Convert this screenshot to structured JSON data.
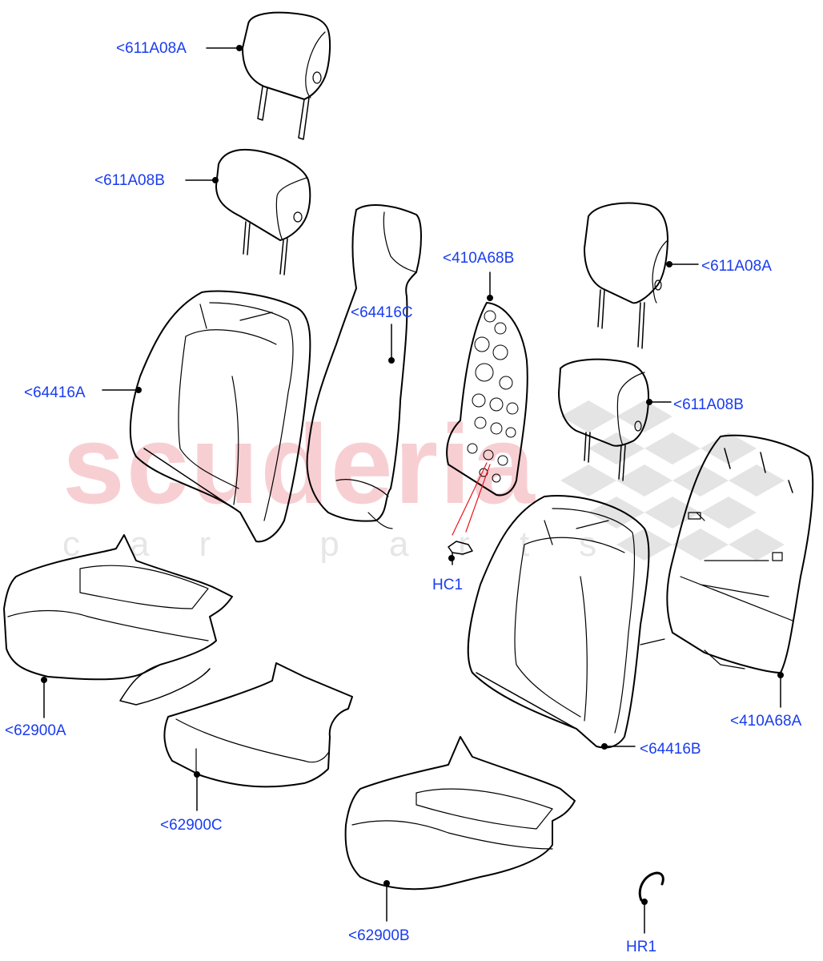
{
  "watermark": {
    "brand": "scuderia",
    "tagline": "car parts",
    "brand_color": "#f7cfd3",
    "checker_color": "#d9d9d9"
  },
  "colors": {
    "label": "#1a3cf0",
    "linework": "#000000",
    "highlight_line": "#e8151b",
    "background": "#ffffff"
  },
  "parts": [
    {
      "id": "611A08A_top",
      "label": "<611A08A",
      "component": "headrest"
    },
    {
      "id": "611A08B_left",
      "label": "<611A08B",
      "component": "headrest"
    },
    {
      "id": "410A68B",
      "label": "<410A68B",
      "component": "seat back panel frame"
    },
    {
      "id": "611A08A_right",
      "label": "<611A08A",
      "component": "headrest"
    },
    {
      "id": "64416C",
      "label": "<64416C",
      "component": "seat back cover (narrow)"
    },
    {
      "id": "64416A",
      "label": "<64416A",
      "component": "seat back cover"
    },
    {
      "id": "611A08B_right",
      "label": "<611A08B",
      "component": "headrest"
    },
    {
      "id": "HC1",
      "label": "HC1",
      "component": "clip"
    },
    {
      "id": "62900A",
      "label": "<62900A",
      "component": "seat cushion cover"
    },
    {
      "id": "410A68A",
      "label": "<410A68A",
      "component": "seat back frame"
    },
    {
      "id": "64416B",
      "label": "<64416B",
      "component": "seat back cover"
    },
    {
      "id": "62900C",
      "label": "<62900C",
      "component": "seat cushion cover (narrow)"
    },
    {
      "id": "62900B",
      "label": "<62900B",
      "component": "seat cushion cover"
    },
    {
      "id": "HR1",
      "label": "HR1",
      "component": "hog ring"
    }
  ]
}
